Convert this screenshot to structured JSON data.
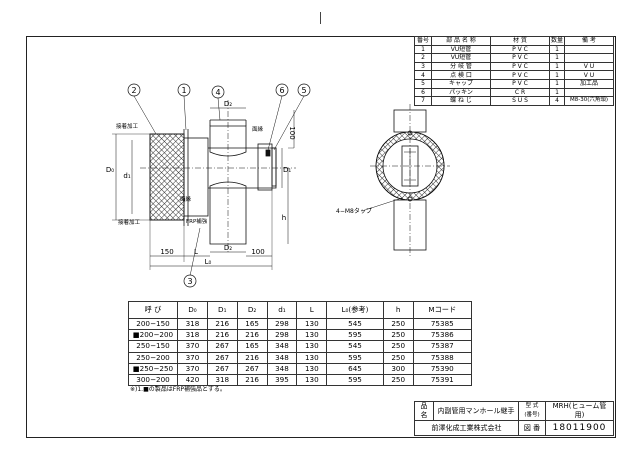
{
  "parts_table": {
    "headers": [
      "番号",
      "部 品 名 称",
      "材 質",
      "数量",
      "備 考"
    ],
    "rows": [
      [
        "1",
        "VU短管",
        "P V C",
        "1",
        ""
      ],
      [
        "2",
        "VU短管",
        "P V C",
        "1",
        ""
      ],
      [
        "3",
        "分 岐 管",
        "P V C",
        "1",
        "V U"
      ],
      [
        "4",
        "点 検 口",
        "P V C",
        "1",
        "V U"
      ],
      [
        "5",
        "キャップ",
        "P V C",
        "1",
        "加工品"
      ],
      [
        "6",
        "パッキン",
        "C R",
        "1",
        ""
      ],
      [
        "7",
        "蝶 ね じ",
        "S U S",
        "4",
        "M8-30(六角頭)"
      ]
    ]
  },
  "dimension_table": {
    "headers": [
      "呼 び",
      "D₀",
      "D₁",
      "D₂",
      "d₁",
      "L",
      "L₀(参考)",
      "h",
      "Mコード"
    ],
    "rows": [
      [
        "200−150",
        "318",
        "216",
        "165",
        "298",
        "130",
        "545",
        "250",
        "75385"
      ],
      [
        "■200−200",
        "318",
        "216",
        "216",
        "298",
        "130",
        "595",
        "250",
        "75386"
      ],
      [
        "250−150",
        "370",
        "267",
        "165",
        "348",
        "130",
        "545",
        "250",
        "75387"
      ],
      [
        "250−200",
        "370",
        "267",
        "216",
        "348",
        "130",
        "595",
        "250",
        "75388"
      ],
      [
        "■250−250",
        "370",
        "267",
        "267",
        "348",
        "130",
        "645",
        "300",
        "75390"
      ],
      [
        "300−200",
        "420",
        "318",
        "216",
        "395",
        "130",
        "595",
        "250",
        "75391"
      ]
    ]
  },
  "note": "※)1.■の製品はFRP補強品とする。",
  "title_block": {
    "name_label": "品 名",
    "name_value": "内副管用マンホール継手",
    "model_label": "型 式 (番号)",
    "model_value": "MRH(ヒューム管用)",
    "company": "前澤化成工業株式会社",
    "drawing_no_label": "図 番",
    "drawing_no": "18011900"
  },
  "drawing": {
    "balloons": [
      "1",
      "2",
      "3",
      "4",
      "5",
      "6"
    ],
    "labels": {
      "adhesive_top": "接着加工",
      "adhesive_bottom": "接着加工",
      "frp": "FRP補強",
      "sealing": "面縁",
      "packing": "面縁",
      "do": "D₀",
      "d1": "d₁",
      "d1_right": "D₁",
      "d2_top": "D₂",
      "d2_bottom": "D₂",
      "dim_100_vertical": "100",
      "h": "h",
      "dim_150": "150",
      "L": "L",
      "dim_100_bottom": "100",
      "L0": "L₀",
      "tap_label": "4−M8タップ"
    }
  }
}
